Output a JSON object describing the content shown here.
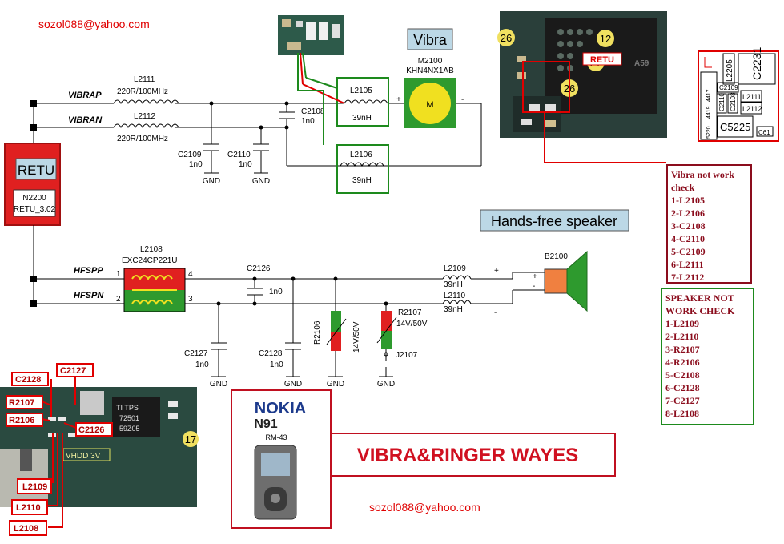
{
  "emails": {
    "top": "sozol088@yahoo.com",
    "bottom": "sozol088@yahoo.com"
  },
  "headings": {
    "vibra": "Vibra",
    "speaker": "Hands-free speaker",
    "retu": "RETU",
    "main_title": "VIBRA&RINGER WAYES"
  },
  "retu_block": {
    "ref": "N2200",
    "name": "RETU_3.02"
  },
  "nets": {
    "vibrap": "VIBRAP",
    "vibran": "VIBRAN",
    "hfspp": "HFSPP",
    "hfspn": "HFSPN"
  },
  "components": {
    "l2111": {
      "ref": "L2111",
      "value": "220R/100MHz"
    },
    "l2112": {
      "ref": "L2112",
      "value": "220R/100MHz"
    },
    "c2108": {
      "ref": "C2108",
      "value": "1n0"
    },
    "c2109": {
      "ref": "C2109",
      "value": "1n0"
    },
    "c2110": {
      "ref": "C2110",
      "value": "1n0"
    },
    "l2105": {
      "ref": "L2105",
      "value": "39nH"
    },
    "l2106": {
      "ref": "L2106",
      "value": "39nH"
    },
    "m2100": {
      "ref": "M2100",
      "part": "KHN4NX1AB",
      "symbol": "M"
    },
    "l2108": {
      "ref": "L2108",
      "part": "EXC24CP221U",
      "pins": [
        "1",
        "4",
        "2",
        "3"
      ]
    },
    "c2126": {
      "ref": "C2126",
      "value": "1n0"
    },
    "c2127": {
      "ref": "C2127",
      "value": "1n0"
    },
    "c2128": {
      "ref": "C2128",
      "value": "1n0"
    },
    "l2109": {
      "ref": "L2109",
      "value": "39nH"
    },
    "l2110": {
      "ref": "L2110",
      "value": "39nH"
    },
    "r2106": {
      "ref": "R2106",
      "value": "14V/50V"
    },
    "r2107": {
      "ref": "R2107",
      "value": "14V/50V"
    },
    "j2107": {
      "ref": "J2107"
    },
    "b2100": {
      "ref": "B2100"
    },
    "gnd": "GND",
    "plus": "+",
    "minus": "-"
  },
  "vibra_check": {
    "title": "Vibra not work check",
    "items": [
      "1-L2105",
      "2-L2106",
      "3-C2108",
      "4-C2110",
      "5-C2109",
      "6-L2111",
      "7-L2112"
    ]
  },
  "speaker_check": {
    "title": "SPEAKER NOT WORK CHECK",
    "items": [
      "1-L2109",
      "2-L2110",
      "3-R2107",
      "4-R2106",
      "5-C2108",
      "6-C2128",
      "7-C2127",
      "8-L2108"
    ]
  },
  "board_top": {
    "markers": [
      "26",
      "12",
      "27",
      "26"
    ],
    "label": "RETU",
    "chip_text": "A59"
  },
  "board_right": {
    "labels": [
      "L2205",
      "C2231",
      "C2109",
      "C2110",
      "C2108",
      "L2111",
      "L2112",
      "C5225",
      "C61",
      "5220",
      "4419",
      "4417"
    ]
  },
  "board_bottom": {
    "labels": [
      "C2128",
      "C2127",
      "R2107",
      "R2106",
      "C2126",
      "L2109",
      "L2110",
      "L2108"
    ],
    "chip_text": [
      "TI TPS",
      "72501",
      "59Z05"
    ],
    "vhdd": "VHDD 3V",
    "marker": "17"
  },
  "phone": {
    "brand": "NOKIA",
    "model": "N91",
    "code": "RM-43"
  },
  "colors": {
    "red": "#e00000",
    "box_red": "#8b0d1d",
    "green": "#1d8a1d",
    "heading_bg": "#bcd8e6",
    "retu_bg": "#e02020",
    "vibra_bg": "#2e9a2e",
    "motor": "#f0e020"
  }
}
